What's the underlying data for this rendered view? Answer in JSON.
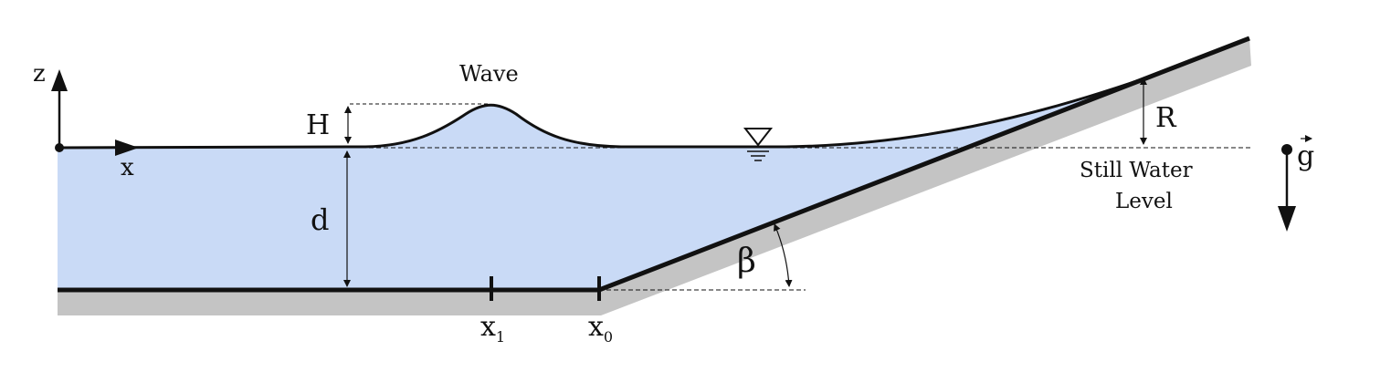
{
  "labels": {
    "z": "z",
    "x": "x",
    "wave": "Wave",
    "H": "H",
    "d": "d",
    "R": "R",
    "beta": "β",
    "g": "g",
    "still_water_line1": "Still Water",
    "still_water_line2": "Level",
    "x1_base": "x",
    "x1_sub": "1",
    "x0_base": "x",
    "x0_sub": "0"
  },
  "colors": {
    "water": "#c9daf6",
    "ground": "#c4c4c4",
    "line": "#111111"
  }
}
